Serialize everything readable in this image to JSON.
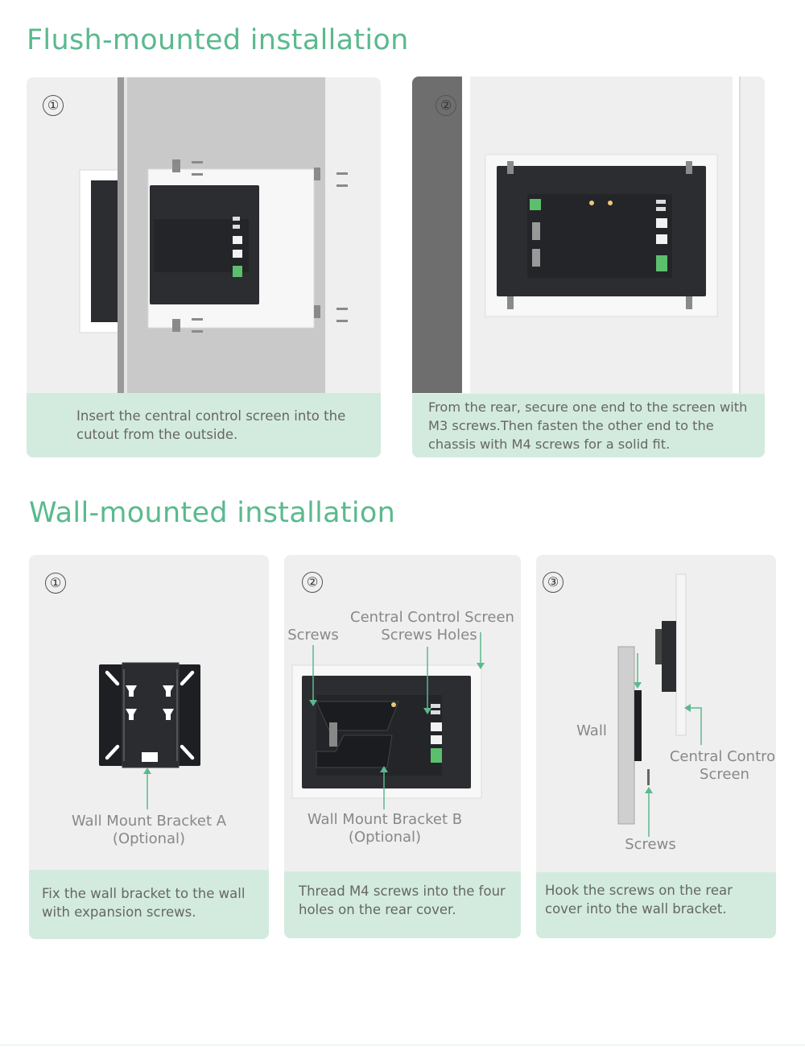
{
  "sections": {
    "flush": {
      "title": "Flush-mounted installation",
      "steps": [
        {
          "number": "①",
          "caption": "Insert the central control screen into the cutout from the outside."
        },
        {
          "number": "②",
          "caption": "From the rear, secure one end to the screen with M3 screws.Then fasten the other end to the chassis with M4 screws for a solid fit."
        }
      ]
    },
    "wall": {
      "title": "Wall-mounted installation",
      "steps": [
        {
          "number": "①",
          "caption": "Fix the wall bracket to the wall with expansion screws.",
          "labels": {
            "bracket_a_1": "Wall Mount Bracket A",
            "bracket_a_2": "(Optional)"
          }
        },
        {
          "number": "②",
          "caption": "Thread M4 screws into the four holes on the rear cover.",
          "labels": {
            "screws": "Screws",
            "holes_1": "Central Control Screen",
            "holes_2": "Screws Holes",
            "bracket_b_1": "Wall Mount Bracket B",
            "bracket_b_2": "(Optional)"
          }
        },
        {
          "number": "③",
          "caption": "Hook the screws on the rear cover into the wall bracket.",
          "labels": {
            "wall": "Wall",
            "screen_1": "Central Control",
            "screen_2": "Screen",
            "screws": "Screws"
          }
        }
      ]
    }
  },
  "colors": {
    "accent": "#5bb98e",
    "caption_bg": "#d3ebdf",
    "card_bg": "#efefef",
    "device": "#2b2d30"
  }
}
